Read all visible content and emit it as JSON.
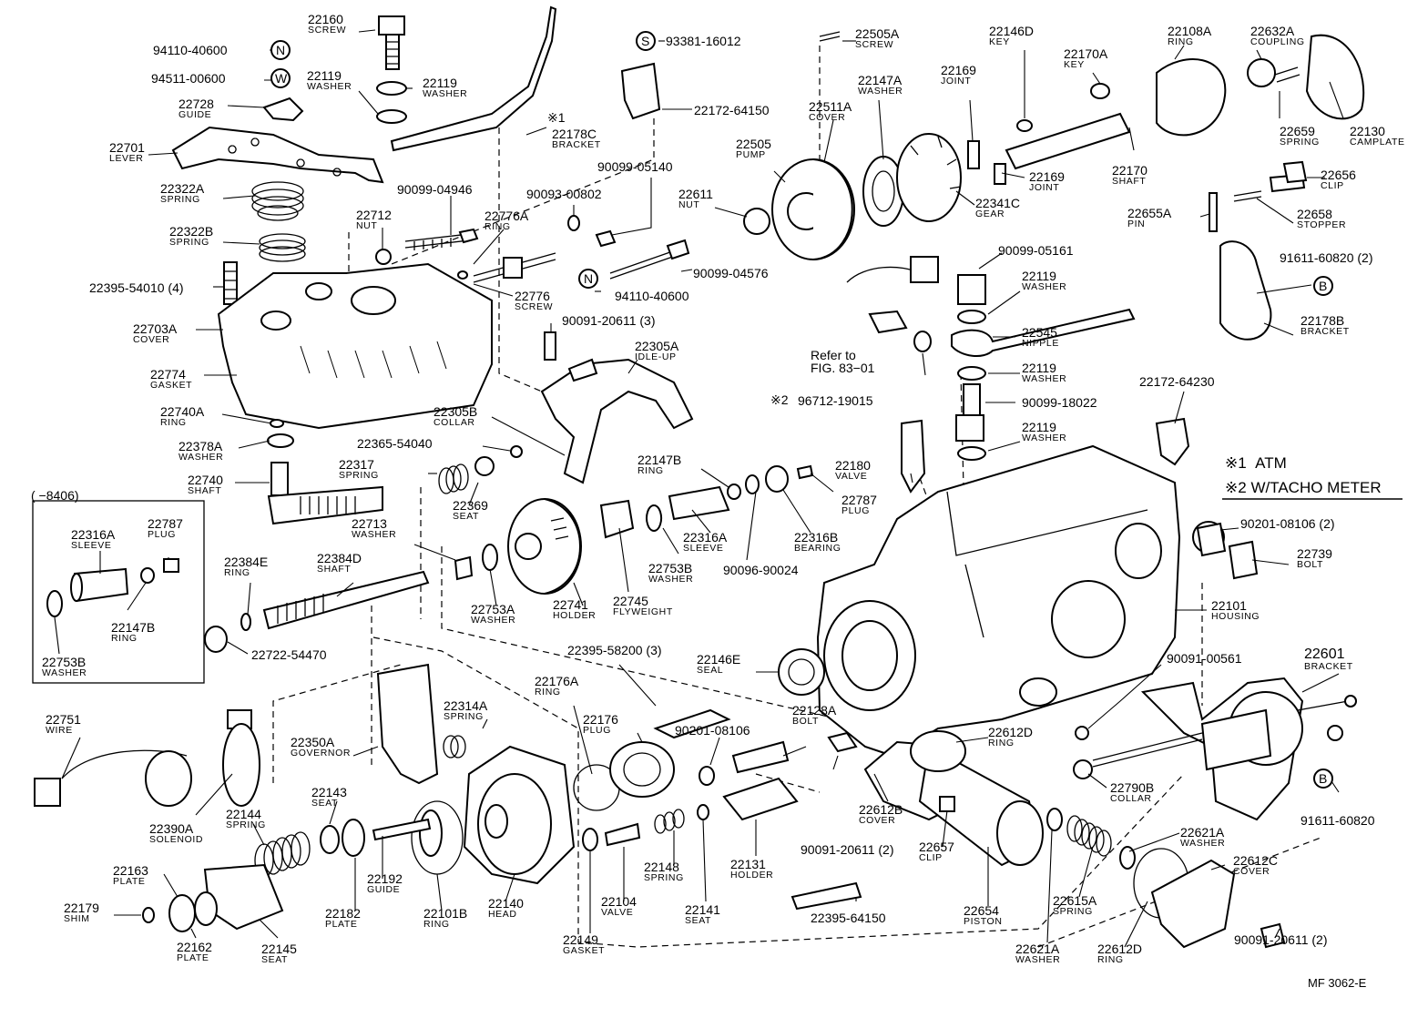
{
  "drawing_code": "MF 3062-E",
  "legend": {
    "note1_mark": "※1",
    "note1_text": "ATM",
    "note2_mark": "※2",
    "note2_text": "W/TACHO METER"
  },
  "marks": {
    "note1": "※1",
    "note2": "※2"
  },
  "reference": {
    "line1": "Refer to",
    "line2": "FIG. 83−01"
  },
  "inset_range": "(        −8406)",
  "circle_letters": {
    "N": "N",
    "W": "W",
    "S": "S",
    "B": "B"
  },
  "parts": {
    "p22160": {
      "num": "22160",
      "name": "SCREW"
    },
    "p94110_40600a": {
      "num": "94110-40600",
      "name": ""
    },
    "p94511_00600": {
      "num": "94511-00600",
      "name": ""
    },
    "p22119_w1": {
      "num": "22119",
      "name": "WASHER"
    },
    "p22119_w2": {
      "num": "22119",
      "name": "WASHER"
    },
    "p22728": {
      "num": "22728",
      "name": "GUIDE"
    },
    "p22701": {
      "num": "22701",
      "name": "LEVER"
    },
    "p22322a": {
      "num": "22322A",
      "name": "SPRING"
    },
    "p22322b": {
      "num": "22322B",
      "name": "SPRING"
    },
    "p22395_54010": {
      "num": "22395-54010 (4)",
      "name": ""
    },
    "p22703a": {
      "num": "22703A",
      "name": "COVER"
    },
    "p22774": {
      "num": "22774",
      "name": "GASKET"
    },
    "p22740a": {
      "num": "22740A",
      "name": "RING"
    },
    "p22378a": {
      "num": "22378A",
      "name": "WASHER"
    },
    "p22740": {
      "num": "22740",
      "name": "SHAFT"
    },
    "p22316a_i": {
      "num": "22316A",
      "name": "SLEEVE"
    },
    "p22787_i": {
      "num": "22787",
      "name": "PLUG"
    },
    "p22147b_i": {
      "num": "22147B",
      "name": "RING"
    },
    "p22753b_i": {
      "num": "22753B",
      "name": "WASHER"
    },
    "p22712": {
      "num": "22712",
      "name": "NUT"
    },
    "p90099_04946": {
      "num": "90099-04946",
      "name": ""
    },
    "p22776a": {
      "num": "22776A",
      "name": "RING"
    },
    "p90093_00802": {
      "num": "90093-00802",
      "name": ""
    },
    "p90099_05140": {
      "num": "90099-05140",
      "name": ""
    },
    "p90099_04576": {
      "num": "90099-04576",
      "name": ""
    },
    "p22776": {
      "num": "22776",
      "name": "SCREW"
    },
    "p94110_40600b": {
      "num": "94110-40600",
      "name": ""
    },
    "p93381_16012": {
      "num": "93381-16012",
      "name": ""
    },
    "p22172_64150": {
      "num": "22172-64150",
      "name": ""
    },
    "p22178c": {
      "num": "22178C",
      "name": "BRACKET"
    },
    "p22505a": {
      "num": "22505A",
      "name": "SCREW"
    },
    "p22146d": {
      "num": "22146D",
      "name": "KEY"
    },
    "p22147a": {
      "num": "22147A",
      "name": "WASHER"
    },
    "p22511a": {
      "num": "22511A",
      "name": "COVER"
    },
    "p22505": {
      "num": "22505",
      "name": "PUMP"
    },
    "p22169a": {
      "num": "22169",
      "name": "JOINT"
    },
    "p22169b": {
      "num": "22169",
      "name": "JOINT"
    },
    "p22170a": {
      "num": "22170A",
      "name": "KEY"
    },
    "p22108a": {
      "num": "22108A",
      "name": "RING"
    },
    "p22632a": {
      "num": "22632A",
      "name": "COUPLING"
    },
    "p22659": {
      "num": "22659",
      "name": "SPRING"
    },
    "p22130": {
      "num": "22130",
      "name": "CAMPLATE"
    },
    "p22170": {
      "num": "22170",
      "name": "SHAFT"
    },
    "p22611": {
      "num": "22611",
      "name": "NUT"
    },
    "p22341c": {
      "num": "22341C",
      "name": "GEAR"
    },
    "p22656": {
      "num": "22656",
      "name": "CLIP"
    },
    "p22658": {
      "num": "22658",
      "name": "STOPPER"
    },
    "p22655a": {
      "num": "22655A",
      "name": "PIN"
    },
    "p91611_60820a": {
      "num": "91611-60820 (2)",
      "name": ""
    },
    "p22178b": {
      "num": "22178B",
      "name": "BRACKET"
    },
    "p90099_05161": {
      "num": "90099-05161",
      "name": ""
    },
    "p22119_w3": {
      "num": "22119",
      "name": "WASHER"
    },
    "p22545": {
      "num": "22545",
      "name": "NIPPLE"
    },
    "p22119_w4": {
      "num": "22119",
      "name": "WASHER"
    },
    "p90099_18022": {
      "num": "90099-18022",
      "name": ""
    },
    "p22119_w5": {
      "num": "22119",
      "name": "WASHER"
    },
    "p96712_19015": {
      "num": "96712-19015",
      "name": ""
    },
    "p22172_64230": {
      "num": "22172-64230",
      "name": ""
    },
    "p90091_20611_3": {
      "num": "90091-20611 (3)",
      "name": ""
    },
    "p22305a": {
      "num": "22305A",
      "name": "IDLE-UP"
    },
    "p22305b": {
      "num": "22305B",
      "name": "COLLAR"
    },
    "p22365_54040": {
      "num": "22365-54040",
      "name": ""
    },
    "p22317": {
      "num": "22317",
      "name": "SPRING"
    },
    "p22369": {
      "num": "22369",
      "name": "SEAT"
    },
    "p22713": {
      "num": "22713",
      "name": "WASHER"
    },
    "p22147b": {
      "num": "22147B",
      "name": "RING"
    },
    "p22316a": {
      "num": "22316A",
      "name": "SLEEVE"
    },
    "p22316b": {
      "num": "22316B",
      "name": "BEARING"
    },
    "p22787": {
      "num": "22787",
      "name": "PLUG"
    },
    "p22180": {
      "num": "22180",
      "name": "VALVE"
    },
    "p22753b": {
      "num": "22753B",
      "name": "WASHER"
    },
    "p90096_90024": {
      "num": "90096-90024",
      "name": ""
    },
    "p22745": {
      "num": "22745",
      "name": "FLYWEIGHT"
    },
    "p22741": {
      "num": "22741",
      "name": "HOLDER"
    },
    "p22753a": {
      "num": "22753A",
      "name": "WASHER"
    },
    "p22384e": {
      "num": "22384E",
      "name": "RING"
    },
    "p22384d": {
      "num": "22384D",
      "name": "SHAFT"
    },
    "p22722_54470": {
      "num": "22722-54470",
      "name": ""
    },
    "p90201_08106a": {
      "num": "90201-08106 (2)",
      "name": ""
    },
    "p22739": {
      "num": "22739",
      "name": "BOLT"
    },
    "p22101": {
      "num": "22101",
      "name": "HOUSING"
    },
    "p22395_58200": {
      "num": "22395-58200 (3)",
      "name": ""
    },
    "p22146e": {
      "num": "22146E",
      "name": "SEAL"
    },
    "p90091_00561": {
      "num": "90091-00561",
      "name": ""
    },
    "p22601": {
      "num": "22601",
      "name": "BRACKET"
    },
    "p22751": {
      "num": "22751",
      "name": "WIRE"
    },
    "p22390a": {
      "num": "22390A",
      "name": "SOLENOID"
    },
    "p22350a": {
      "num": "22350A",
      "name": "GOVERNOR"
    },
    "p22314a": {
      "num": "22314A",
      "name": "SPRING"
    },
    "p22176a": {
      "num": "22176A",
      "name": "RING"
    },
    "p22176": {
      "num": "22176",
      "name": "PLUG"
    },
    "p90201_08106b": {
      "num": "90201-08106",
      "name": ""
    },
    "p22128a": {
      "num": "22128A",
      "name": "BOLT"
    },
    "p22612d_a": {
      "num": "22612D",
      "name": "RING"
    },
    "p22790b": {
      "num": "22790B",
      "name": "COLLAR"
    },
    "p91611_60820b": {
      "num": "91611-60820",
      "name": ""
    },
    "p22143": {
      "num": "22143",
      "name": "SEAT"
    },
    "p22144": {
      "num": "22144",
      "name": "SPRING"
    },
    "p22163": {
      "num": "22163",
      "name": "PLATE"
    },
    "p22179": {
      "num": "22179",
      "name": "SHIM"
    },
    "p22162": {
      "num": "22162",
      "name": "PLATE"
    },
    "p22145": {
      "num": "22145",
      "name": "SEAT"
    },
    "p22192": {
      "num": "22192",
      "name": "GUIDE"
    },
    "p22182": {
      "num": "22182",
      "name": "PLATE"
    },
    "p22101b": {
      "num": "22101B",
      "name": "RING"
    },
    "p22140": {
      "num": "22140",
      "name": "HEAD"
    },
    "p22148": {
      "num": "22148",
      "name": "SPRING"
    },
    "p22104": {
      "num": "22104",
      "name": "VALVE"
    },
    "p22149": {
      "num": "22149",
      "name": "GASKET"
    },
    "p22141": {
      "num": "22141",
      "name": "SEAT"
    },
    "p22131": {
      "num": "22131",
      "name": "HOLDER"
    },
    "p90091_20611_2a": {
      "num": "90091-20611 (2)",
      "name": ""
    },
    "p22612b": {
      "num": "22612B",
      "name": "COVER"
    },
    "p22657": {
      "num": "22657",
      "name": "CLIP"
    },
    "p22654": {
      "num": "22654",
      "name": "PISTON"
    },
    "p22395_64150": {
      "num": "22395-64150",
      "name": ""
    },
    "p22621a_a": {
      "num": "22621A",
      "name": "WASHER"
    },
    "p22621a_b": {
      "num": "22621A",
      "name": "WASHER"
    },
    "p22615a": {
      "num": "22615A",
      "name": "SPRING"
    },
    "p22612c": {
      "num": "22612C",
      "name": "COVER"
    },
    "p22612d_b": {
      "num": "22612D",
      "name": "RING"
    },
    "p90091_20611_2b": {
      "num": "90091-20611 (2)",
      "name": ""
    }
  }
}
